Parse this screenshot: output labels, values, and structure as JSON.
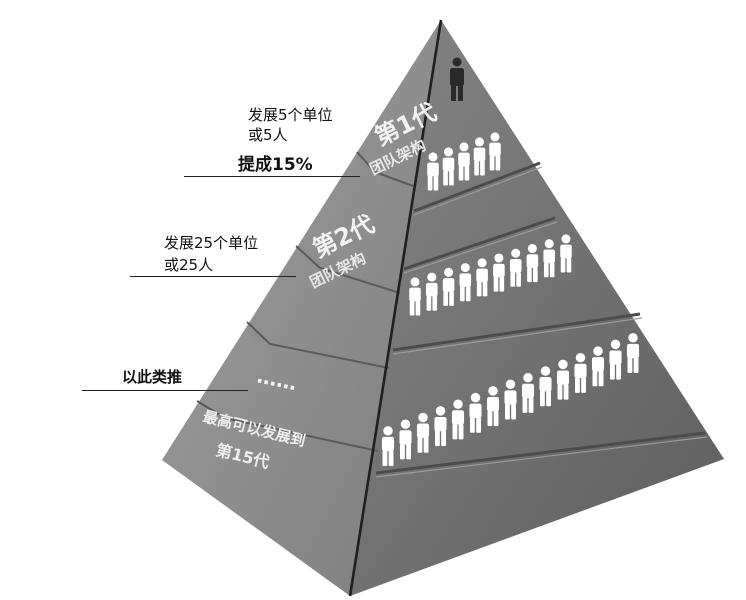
{
  "annotations": {
    "level1": {
      "line1": "发展5个单位",
      "line2": "或5人",
      "commission": "提成15%"
    },
    "level2": {
      "line1": "发展25个单位",
      "line2": "或25人"
    },
    "etc": "以此类推"
  },
  "face_labels": {
    "tier1": {
      "line1": "第1代",
      "line2": "团队架构"
    },
    "tier2": {
      "line1": "第2代",
      "line2": "团队架构"
    },
    "dots": "……",
    "bottom": {
      "line1": "最高可以发展到",
      "line2": "第15代"
    }
  },
  "figures": {
    "row1": 5,
    "row2": 10,
    "row3": 15
  },
  "colors": {
    "left_face": "#8c8c8c",
    "right_face": "#6f6f6f",
    "figure": "#ffffff",
    "line": "#1f1f1f"
  }
}
